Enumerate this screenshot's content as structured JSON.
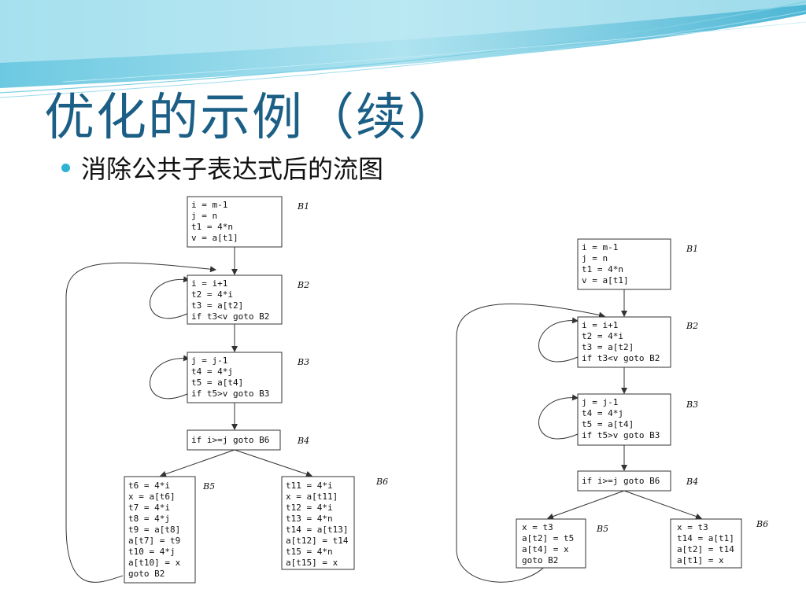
{
  "title": "优化的示例（续）",
  "bullet": "消除公共子表达式后的流图",
  "diagrams": {
    "before": {
      "blocks": [
        {
          "id": "b1",
          "label": "B1",
          "lines": [
            "i = m-1",
            "j = n",
            "t1 = 4*n",
            "v = a[t1]"
          ]
        },
        {
          "id": "b2",
          "label": "B2",
          "lines": [
            "i = i+1",
            "t2 = 4*i",
            "t3 = a[t2]",
            "if t3<v goto B2"
          ]
        },
        {
          "id": "b3",
          "label": "B3",
          "lines": [
            "j = j-1",
            "t4 = 4*j",
            "t5 = a[t4]",
            "if t5>v goto B3"
          ]
        },
        {
          "id": "b4",
          "label": "B4",
          "lines": [
            "if i>=j goto B6"
          ]
        },
        {
          "id": "b5",
          "label": "B5",
          "lines": [
            "t6 = 4*i",
            "x = a[t6]",
            "t7 = 4*i",
            "t8 = 4*j",
            "t9 = a[t8]",
            "a[t7] = t9",
            "t10 = 4*j",
            "a[t10] = x",
            "goto B2"
          ]
        },
        {
          "id": "b6",
          "label": "B6",
          "lines": [
            "t11 = 4*i",
            "x = a[t11]",
            "t12 = 4*i",
            "t13 = 4*n",
            "t14 = a[t13]",
            "a[t12] = t14",
            "t15 = 4*n",
            "a[t15] = x"
          ]
        }
      ]
    },
    "after": {
      "blocks": [
        {
          "id": "b1",
          "label": "B1",
          "lines": [
            "i = m-1",
            "j = n",
            "t1 = 4*n",
            "v = a[t1]"
          ]
        },
        {
          "id": "b2",
          "label": "B2",
          "lines": [
            "i = i+1",
            "t2 = 4*i",
            "t3 = a[t2]",
            "if t3<v goto B2"
          ]
        },
        {
          "id": "b3",
          "label": "B3",
          "lines": [
            "j = j-1",
            "t4 = 4*j",
            "t5 = a[t4]",
            "if t5>v goto B3"
          ]
        },
        {
          "id": "b4",
          "label": "B4",
          "lines": [
            "if i>=j goto B6"
          ]
        },
        {
          "id": "b5",
          "label": "B5",
          "lines": [
            "x = t3",
            "a[t2] = t5",
            "a[t4] = x",
            "goto B2"
          ]
        },
        {
          "id": "b6",
          "label": "B6",
          "lines": [
            "x = t3",
            "t14 = a[t1]",
            "a[t2] = t14",
            "a[t1] = x"
          ]
        }
      ]
    }
  }
}
